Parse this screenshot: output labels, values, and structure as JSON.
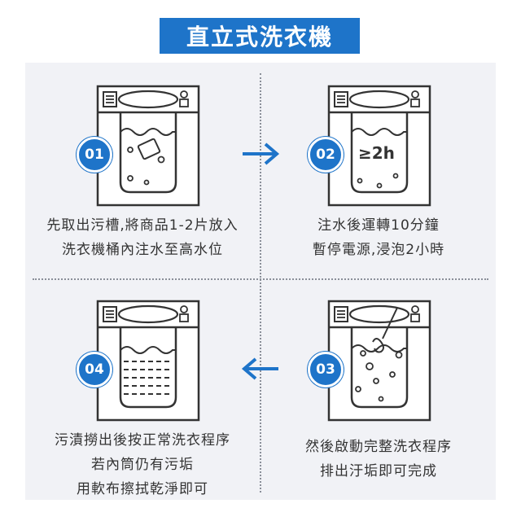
{
  "title": "直立式洗衣機",
  "steps": [
    {
      "badge": "01",
      "lines": [
        "先取出污槽,將商品1-2片放入",
        "洗衣機桶內注水至高水位"
      ]
    },
    {
      "badge": "02",
      "icon_text": "≥2h",
      "lines": [
        "注水後運轉10分鐘",
        "暫停電源,浸泡2小時"
      ]
    },
    {
      "badge": "03",
      "lines": [
        "然後啟動完整洗衣程序",
        "排出汙垢即可完成"
      ]
    },
    {
      "badge": "04",
      "lines": [
        "污漬撈出後按正常洗衣程序",
        "若內筒仍有污垢",
        "用軟布擦拭乾淨即可"
      ]
    }
  ],
  "colors": {
    "accent": "#1e74c9",
    "panel": "#f1f2f6",
    "stroke": "#333333"
  },
  "icons": [
    "washing-machine-icon",
    "arrow-right-icon",
    "arrow-left-icon"
  ]
}
